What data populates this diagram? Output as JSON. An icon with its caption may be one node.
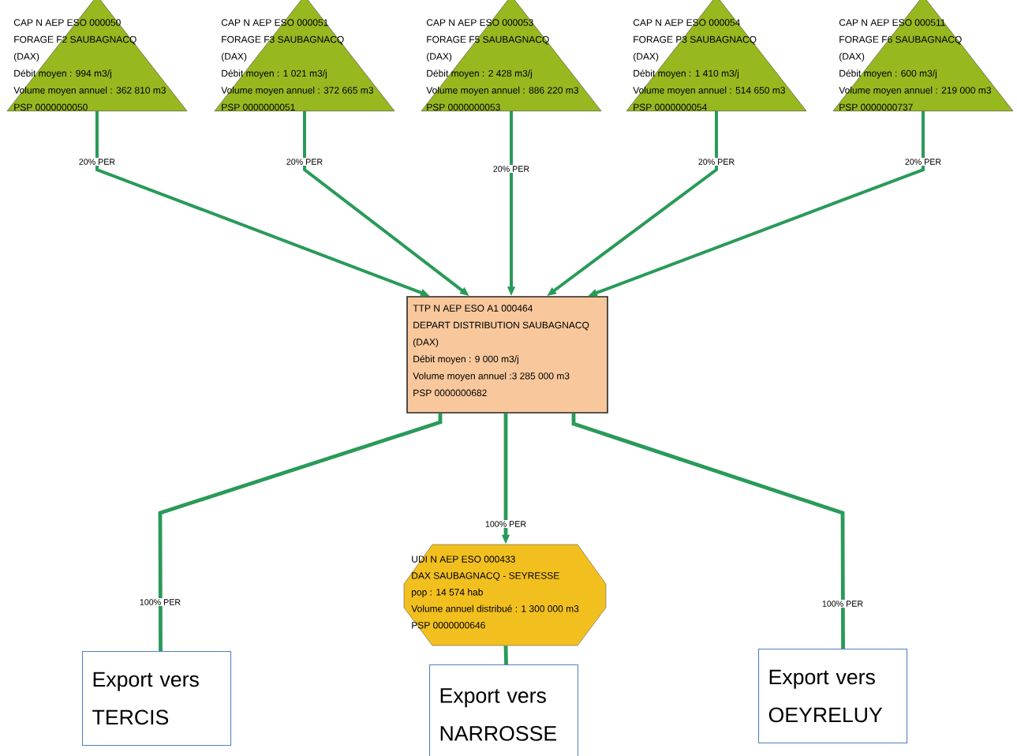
{
  "diagram": {
    "nodes": [
      {
        "text": [
          "CAP N AEP ESO 000050",
          "FORAGE F2 SAUBAGNACQ",
          "(DAX)",
          "Débit moyen : 994 m3/j",
          "Volume moyen annuel : 362 810 m3",
          "PSP 0000000050"
        ]
      },
      {
        "text": [
          "CAP N AEP ESO 000051",
          "FORAGE F3 SAUBAGNACQ",
          "(DAX)",
          "Débit moyen : 1 021 m3/j",
          "Volume moyen annuel : 372 665 m3",
          "PSP 0000000051"
        ]
      },
      {
        "text": [
          "CAP N AEP ESO 000053",
          "FORAGE F5 SAUBAGNACQ",
          "(DAX)",
          "Débit moyen : 2 428 m3/j",
          "Volume moyen annuel : 886 220 m3",
          "PSP 0000000053"
        ]
      },
      {
        "text": [
          "CAP N AEP ESO 000054",
          "FORAGE P3 SAUBAGNACQ",
          "(DAX)",
          "Débit moyen : 1 410 m3/j",
          "Volume moyen annuel : 514 650 m3",
          "PSP 0000000054"
        ]
      },
      {
        "text": [
          "CAP N AEP ESO 000511",
          "FORAGE F6 SAUBAGNACQ",
          "(DAX)",
          "Débit moyen : 600 m3/j",
          "Volume moyen annuel : 219 000 m3",
          "PSP 0000000737"
        ]
      },
      {
        "text": [
          "TTP N AEP ESO A1 000464",
          "DEPART DISTRIBUTION SAUBAGNACQ",
          "(DAX)",
          "Débit moyen : 9 000 m3/j",
          "Volume moyen annuel :3 285 000 m3",
          "PSP 0000000682"
        ]
      },
      {
        "text": [
          "UDI N AEP ESO 000433",
          "DAX SAUBAGNACQ - SEYRESSE",
          "pop : 14 574 hab",
          "Volume annuel distribué : 1 300 000 m3",
          "PSP 0000000646"
        ]
      },
      {
        "text": [
          "Export vers TERCIS"
        ]
      },
      {
        "text": [
          "Export vers NARROSSE"
        ]
      },
      {
        "text": [
          "Export vers OEYRELUY"
        ]
      }
    ],
    "edges": [
      {
        "from": 0,
        "to": 5,
        "arrow": "to",
        "label": "20% PER"
      },
      {
        "from": 1,
        "to": 5,
        "arrow": "to",
        "label": "20% PER"
      },
      {
        "from": 2,
        "to": 5,
        "arrow": "to",
        "label": "20% PER"
      },
      {
        "from": 3,
        "to": 5,
        "arrow": "to",
        "label": "20% PER"
      },
      {
        "from": 4,
        "to": 5,
        "arrow": "to",
        "label": "20% PER"
      },
      {
        "from": 5,
        "to": 7,
        "arrow": "none",
        "label": "100% PER"
      },
      {
        "from": 5,
        "to": 6,
        "arrow": "to",
        "label": "100% PER"
      },
      {
        "from": 5,
        "to": 9,
        "arrow": "none",
        "label": "100% PER"
      },
      {
        "from": 6,
        "to": 8,
        "arrow": "none"
      }
    ]
  }
}
